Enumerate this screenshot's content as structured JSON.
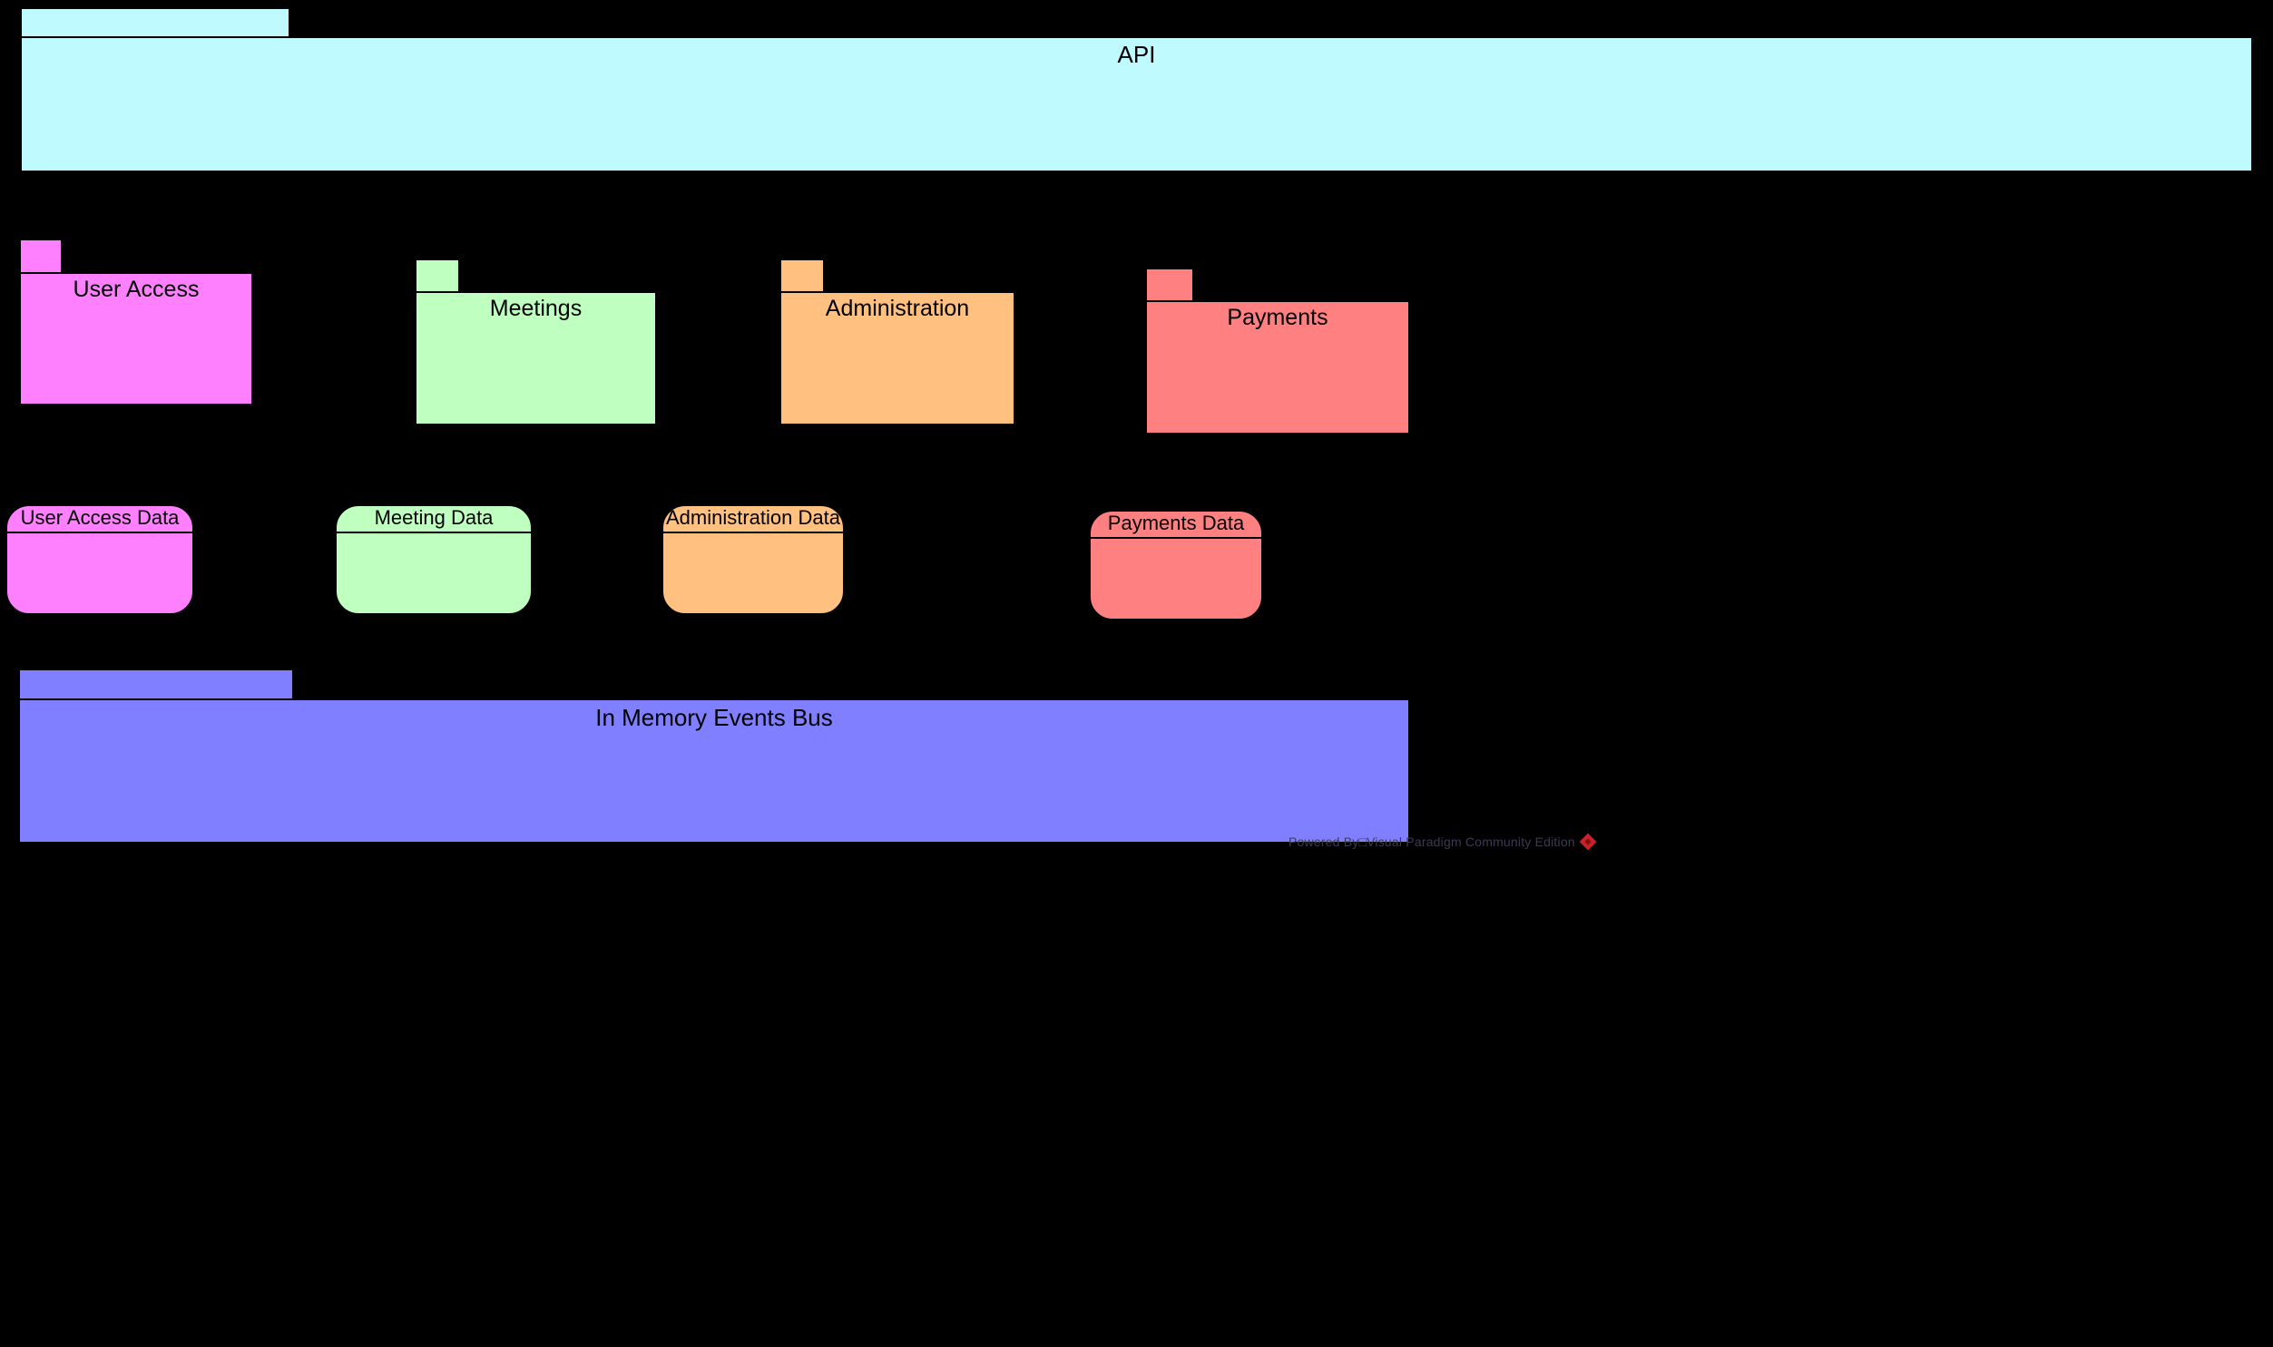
{
  "diagram": {
    "title": "API",
    "background_color": "#000000",
    "stroke_color": "#000000"
  },
  "api_layer": {
    "label": "API",
    "color": "#BFFAFF"
  },
  "service_packages": [
    {
      "label": "User Access",
      "color": "#FF80FF"
    },
    {
      "label": "Meetings",
      "color": "#BFFFBF"
    },
    {
      "label": "Administration",
      "color": "#FFC080"
    },
    {
      "label": "Payments",
      "color": "#FF8080"
    }
  ],
  "data_stores": [
    {
      "label": "User Access Data",
      "color": "#FF80FF"
    },
    {
      "label": "Meeting Data",
      "color": "#BFFFBF"
    },
    {
      "label": "Administration Data",
      "color": "#FFC080"
    },
    {
      "label": "Payments Data",
      "color": "#FF8080"
    }
  ],
  "event_bus": {
    "label": "In Memory Events Bus",
    "color": "#7F7FFF"
  },
  "watermark": {
    "text": "Powered By□Visual Paradigm Community Edition",
    "logo_color": "#CC2128"
  }
}
